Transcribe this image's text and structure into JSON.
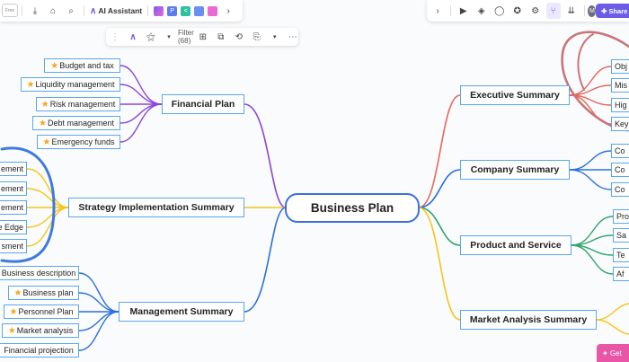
{
  "toolbar_left": {
    "tag": "Free",
    "ai_assistant": "AI Assistant"
  },
  "toolbar_float": {
    "filter": "Filter (68)"
  },
  "toolbar_right": {
    "avatar": "M",
    "share": "Share"
  },
  "get_button": "Get",
  "mindmap": {
    "center": "Business Plan",
    "left_branches": [
      {
        "title": "Financial Plan",
        "color": "#8b45d9",
        "children": [
          "Budget and tax",
          "Liquidity management",
          "Risk management",
          "Debt management",
          "Emergency funds"
        ]
      },
      {
        "title": "Strategy Implementation Summary",
        "color": "#f5c518",
        "children": [
          "ement",
          "ement",
          "ement",
          "e Edge",
          "sment"
        ]
      },
      {
        "title": "Management Summary",
        "color": "#2b6fe0",
        "children": [
          "Business description",
          "Business plan",
          "Personnel Plan",
          "Market analysis",
          "Financial  projection"
        ]
      }
    ],
    "right_branches": [
      {
        "title": "Executive Summary",
        "color": "#e8675a",
        "children": [
          "Obj",
          "Mis",
          "Hig",
          "Key"
        ]
      },
      {
        "title": "Company Summary",
        "color": "#2b6fe0",
        "children": [
          "Co",
          "Co",
          "Co"
        ]
      },
      {
        "title": "Product and Service",
        "color": "#2fa56b",
        "children": [
          "Pro",
          "Sa",
          "Te",
          "Af"
        ]
      },
      {
        "title": "Market Analysis Summary",
        "color": "#f5c518",
        "children": []
      }
    ]
  }
}
